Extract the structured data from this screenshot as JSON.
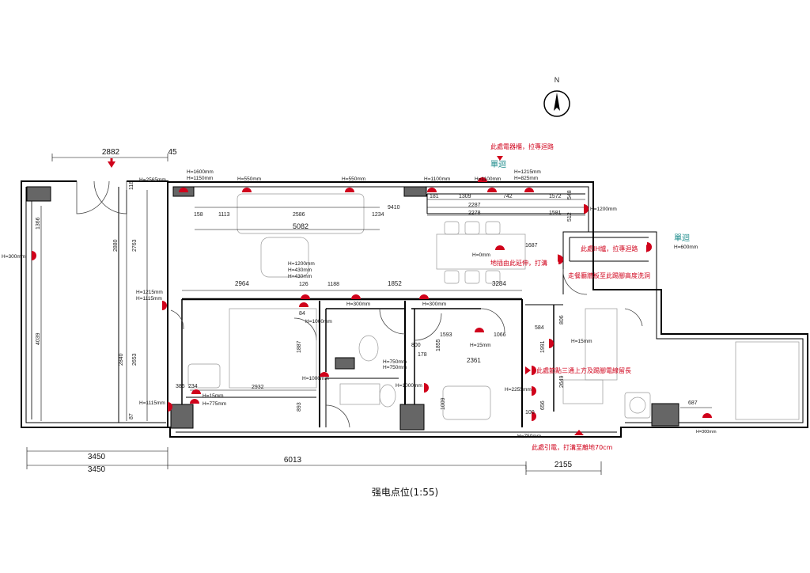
{
  "plan": {
    "title": "强电点位(1:55)",
    "north": "N"
  },
  "notes": {
    "panel": "此處電器櫃，拉專迴路",
    "dedicated_left": "單迴",
    "ih_stove": "此處IH爐，拉專迴路",
    "dedicated_right": "單迴",
    "floor_socket": "地插由此延伸，打溝",
    "wash_basin": "走餐廳牆板至此踢腳高度洗洞",
    "junction": "此處節點三通上方及踢腳電線留長",
    "power_feed": "此處引電，打溝至離地70cm"
  },
  "heights": {
    "h2565": "H=2565mm",
    "h1600": "H=1600mm",
    "h1150": "H=1150mm",
    "h550a": "H=550mm",
    "h550b": "H=550mm",
    "h1100a": "H=1100mm",
    "h1100b": "H=1100mm",
    "h1215a": "H=1215mm",
    "h825": "H=825mm",
    "h1200a": "H=1200mm",
    "h300a": "H=300mm",
    "h0": "H=0mm",
    "h600": "H=600mm",
    "h1200b": "H=1200mm",
    "h430a": "H=430mm",
    "h430b": "H=430mm",
    "h1215b": "H=1215mm",
    "h1115a": "H=1115mm",
    "h300b": "H=300mm",
    "h300c": "H=300mm",
    "h1000a": "H=1000mm",
    "h15a": "H=15mm",
    "h15b": "H=15mm",
    "h750a": "H=750mm",
    "h750b": "H=750mm",
    "h1000b": "H=1000mm",
    "h1000c": "H=1000mm",
    "h2255": "H=2255mm",
    "h15c": "H=15mm",
    "h775": "H=775mm",
    "h1115b": "H=1115mm",
    "h750c": "H=750mm",
    "h300d": "H=300mm"
  },
  "dims": {
    "d2882": "2882",
    "d45": "45",
    "d118": "118",
    "d1366": "1366",
    "d2880": "2880",
    "d2763": "2763",
    "d4039": "4039",
    "d2840": "2840",
    "d2653": "2653",
    "d87": "87",
    "d158": "158",
    "d1113": "1113",
    "d2586": "2586",
    "d1234": "1234",
    "d5082": "5082",
    "d9410": "9410",
    "d181": "181",
    "d1309": "1309",
    "d742": "742",
    "d1572": "1572",
    "d548": "548",
    "d2287": "2287",
    "d2278": "2278",
    "d1581": "1581",
    "d512": "512",
    "d1687": "1687",
    "d2964": "2964",
    "d126": "126",
    "d1188": "1188",
    "d1852": "1852",
    "d3284": "3284",
    "d84": "84",
    "d1887": "1887",
    "d385": "385",
    "d234": "234",
    "d2932": "2932",
    "d893": "893",
    "d800": "800",
    "d178": "178",
    "d1855": "1855",
    "d1593": "1593",
    "d1066": "1066",
    "d584": "584",
    "d806": "806",
    "d1991": "1991",
    "d2361": "2361",
    "d1009": "1009",
    "d2649": "2649",
    "d656": "656",
    "d100": "100",
    "d687": "687",
    "b3450a": "3450",
    "b3450b": "3450",
    "b6013": "6013",
    "b2155": "2155"
  }
}
